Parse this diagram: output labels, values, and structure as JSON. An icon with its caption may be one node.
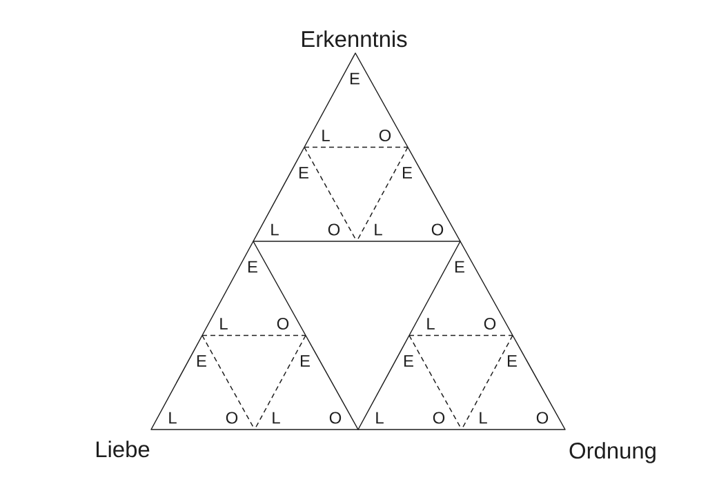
{
  "diagram": {
    "nodes": [
      {
        "text": [
          "E",
          "L",
          "O"
        ]
      },
      {
        "text": [
          "E",
          "L",
          "O"
        ]
      },
      {
        "text": [
          "E",
          "L",
          "O"
        ]
      },
      {
        "text": [
          "E",
          "L",
          "O"
        ]
      },
      {
        "text": [
          "E",
          "L",
          "O"
        ]
      },
      {
        "text": [
          "E",
          "L",
          "O"
        ]
      },
      {
        "text": [
          "E",
          "L",
          "O"
        ]
      },
      {
        "text": [
          "E",
          "L",
          "O"
        ]
      },
      {
        "text": [
          "E",
          "L",
          "O"
        ]
      }
    ],
    "labels": [
      "Erkenntnis",
      "Liebe",
      "Ordnung"
    ]
  }
}
